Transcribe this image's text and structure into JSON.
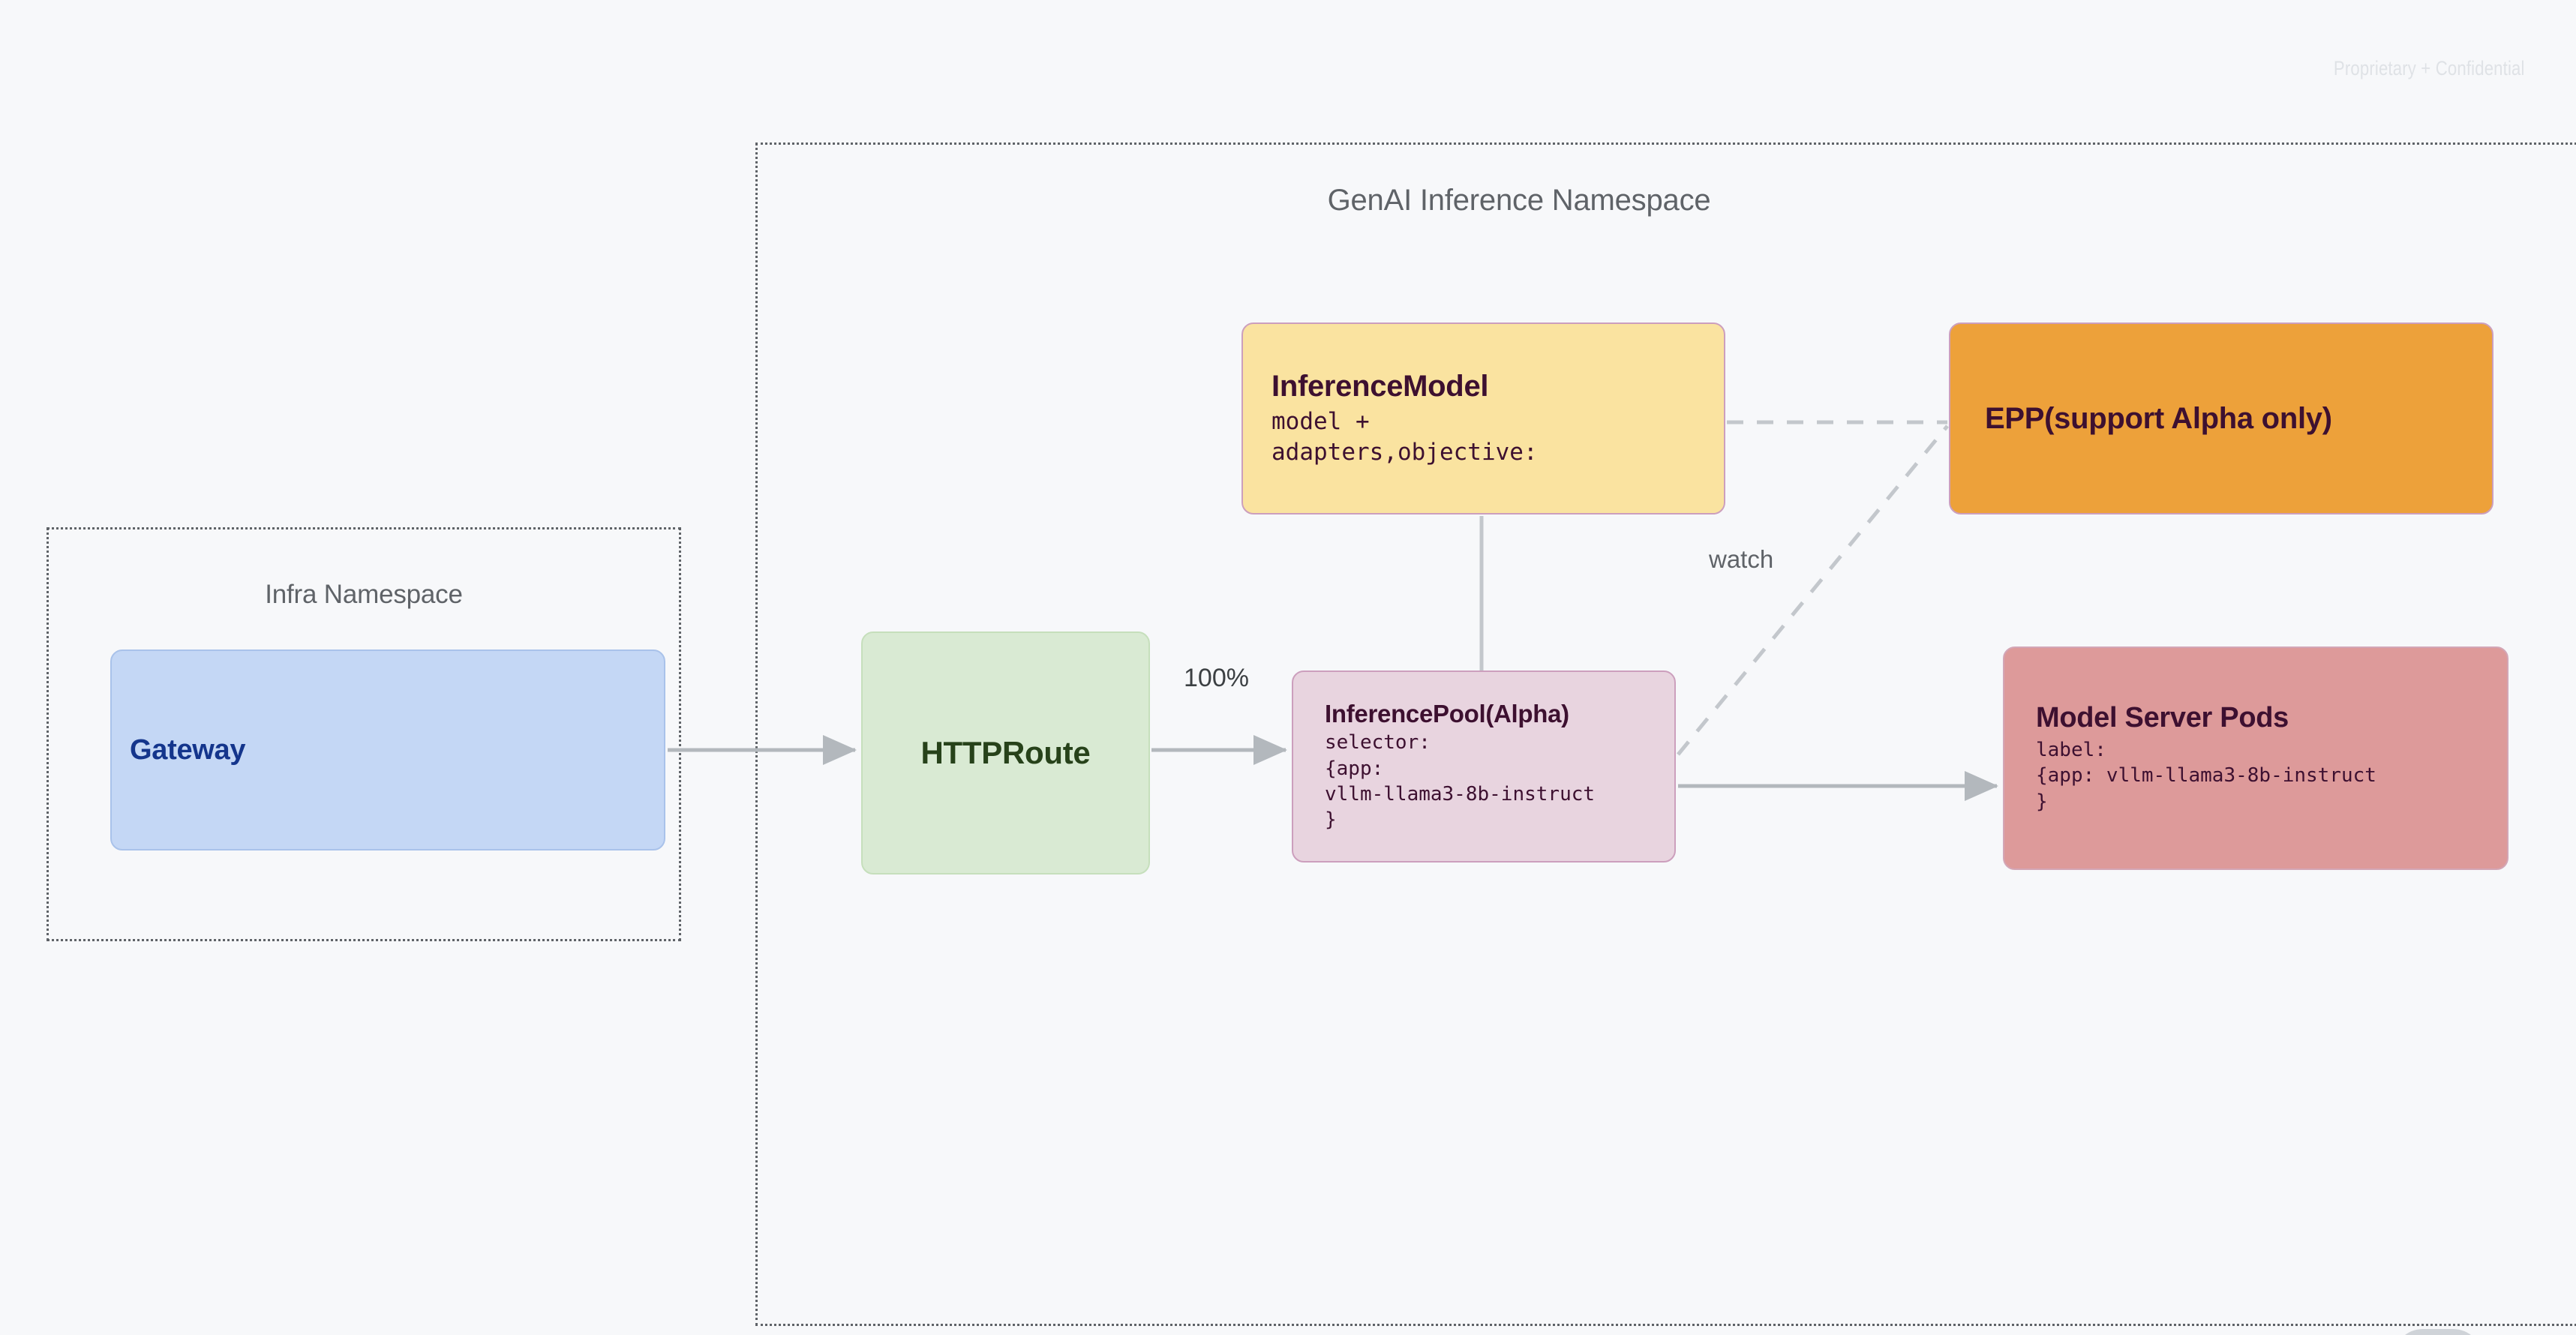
{
  "page": {
    "watermark": "Proprietary + Confidential",
    "background_color": "#f7f8fa"
  },
  "namespaces": [
    {
      "id": "infra",
      "title": "Infra Namespace",
      "border_style": "dotted",
      "border_color": "#5f6368"
    },
    {
      "id": "genai",
      "title": "GenAI Inference Namespace",
      "border_style": "dotted",
      "border_color": "#5f6368"
    }
  ],
  "nodes": {
    "gateway": {
      "title": "Gateway",
      "fill": "#c4d7f5",
      "text_color": "#14358c"
    },
    "httproute": {
      "title": "HTTPRoute",
      "fill": "#d9ead3",
      "text_color": "#27421a"
    },
    "inference_model": {
      "title": "InferenceModel",
      "detail": "model +\nadapters,objective:",
      "fill": "#fae3a0",
      "text_color": "#3d1030"
    },
    "inference_pool": {
      "title": "InferencePool(Alpha)",
      "detail": "selector:\n{app:\nvllm-llama3-8b-instruct\n}",
      "fill": "#e8d4df",
      "text_color": "#3d1030"
    },
    "epp": {
      "title": "EPP(support Alpha only)",
      "fill": "#eda13a",
      "text_color": "#3d1030"
    },
    "model_server_pods": {
      "title": "Model Server Pods",
      "detail": "label:\n{app: vllm-llama3-8b-instruct\n}",
      "fill": "#dd9a9a",
      "text_color": "#3d1030"
    }
  },
  "edges": {
    "gateway_to_httproute": {
      "label": "",
      "style": "solid",
      "arrow": true
    },
    "httproute_to_pool": {
      "label": "100%",
      "style": "solid",
      "arrow": true
    },
    "model_to_pool": {
      "label": "",
      "style": "solid",
      "arrow": false
    },
    "model_to_epp": {
      "label": "",
      "style": "dashed",
      "arrow": false
    },
    "pool_to_epp": {
      "label": "watch",
      "style": "dashed",
      "arrow": false
    },
    "pool_to_pods": {
      "label": "",
      "style": "solid",
      "arrow": true
    }
  },
  "edge_labels": {
    "traffic_split": "100%",
    "watch": "watch"
  }
}
